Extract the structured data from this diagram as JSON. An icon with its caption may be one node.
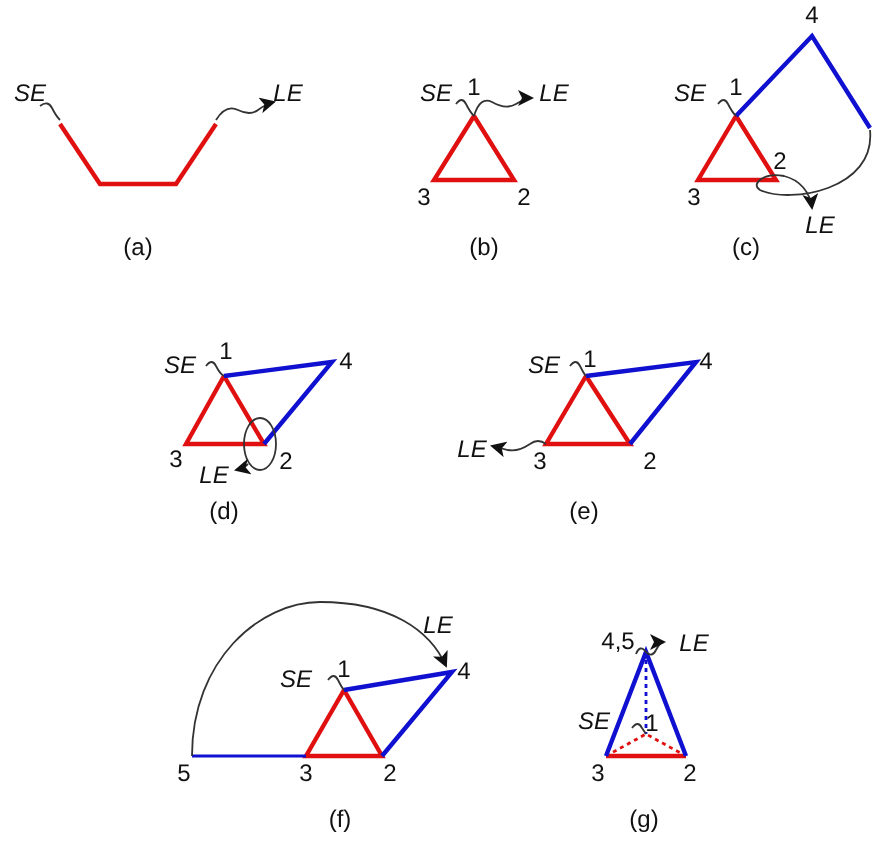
{
  "diagram": {
    "labels": [
      "SE",
      "LE",
      "(a)",
      "SE",
      "1",
      "LE",
      "3",
      "2",
      "(b)",
      "4",
      "SE",
      "1",
      "2",
      "3",
      "LE",
      "(c)",
      "SE",
      "1",
      "4",
      "3",
      "LE",
      "2",
      "(d)",
      "SE",
      "1",
      "4",
      "LE",
      "3",
      "2",
      "(e)",
      "LE",
      "SE",
      "1",
      "4",
      "5",
      "3",
      "2",
      "(f)",
      "4,5",
      "LE",
      "SE",
      "1",
      "3",
      "2",
      "(g)"
    ]
  }
}
